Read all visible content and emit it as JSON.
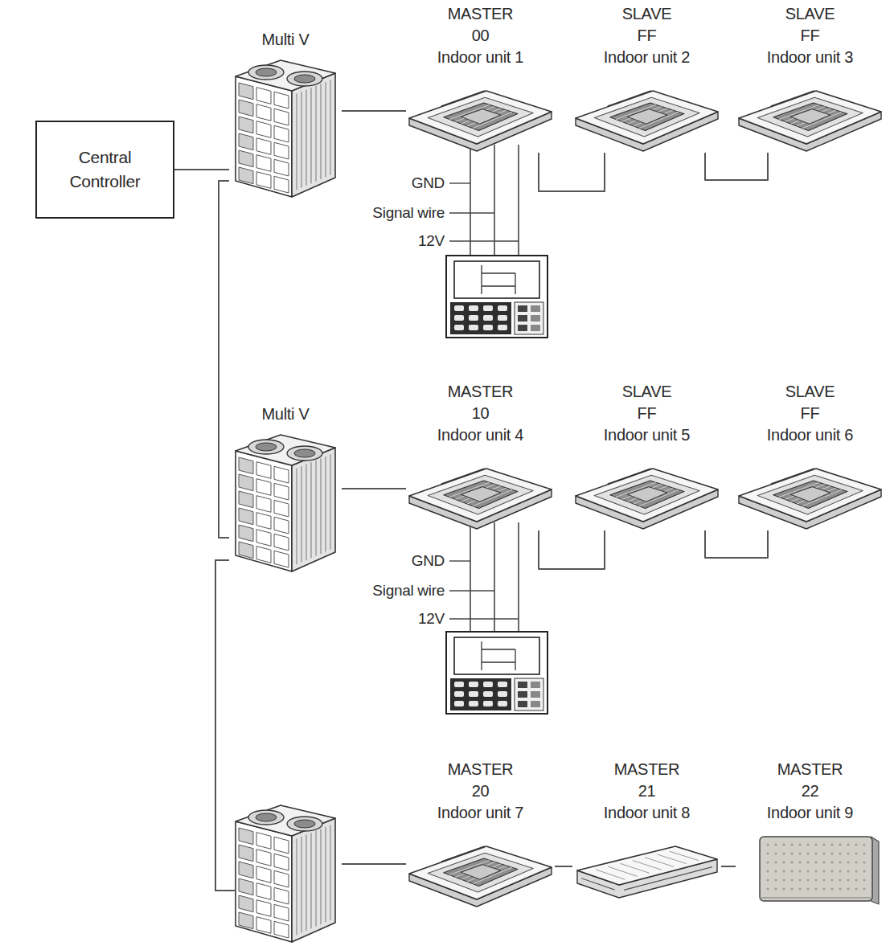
{
  "diagram": {
    "nodes": [
      {
        "text": [
          "Central Controller"
        ]
      },
      {
        "text": [
          "Multi V"
        ]
      },
      {
        "text": [
          "MASTER",
          "00",
          "Indoor unit 1"
        ]
      },
      {
        "text": [
          "SLAVE",
          "FF",
          "Indoor unit 2"
        ]
      },
      {
        "text": [
          "SLAVE",
          "FF",
          "Indoor unit 3"
        ]
      },
      {
        "text": [
          "Multi V"
        ]
      },
      {
        "text": [
          "MASTER",
          "10",
          "Indoor unit 4"
        ]
      },
      {
        "text": [
          "SLAVE",
          "FF",
          "Indoor unit 5"
        ]
      },
      {
        "text": [
          "SLAVE",
          "FF",
          "Indoor unit 6"
        ]
      },
      {
        "text": [
          "MASTER",
          "20",
          "Indoor unit 7"
        ]
      },
      {
        "text": [
          "MASTER",
          "21",
          "Indoor unit 8"
        ]
      },
      {
        "text": [
          "MASTER",
          "22",
          "Indoor unit 9"
        ]
      }
    ],
    "edges": [
      {
        "from": 0,
        "to": 1,
        "arrow": "none"
      },
      {
        "from": 1,
        "to": 2,
        "arrow": "none"
      },
      {
        "from": 2,
        "to": 3,
        "arrow": "none"
      },
      {
        "from": 3,
        "to": 4,
        "arrow": "none"
      },
      {
        "from": 1,
        "to": 5,
        "arrow": "none"
      },
      {
        "from": 5,
        "to": 6,
        "arrow": "none"
      },
      {
        "from": 6,
        "to": 7,
        "arrow": "none"
      },
      {
        "from": 7,
        "to": 8,
        "arrow": "none"
      },
      {
        "from": 9,
        "to": 10,
        "arrow": "none"
      },
      {
        "from": 10,
        "to": 11,
        "arrow": "none"
      }
    ],
    "labels": [
      "GND",
      "Signal wire",
      "12V",
      "GND",
      "Signal wire",
      "12V"
    ]
  }
}
